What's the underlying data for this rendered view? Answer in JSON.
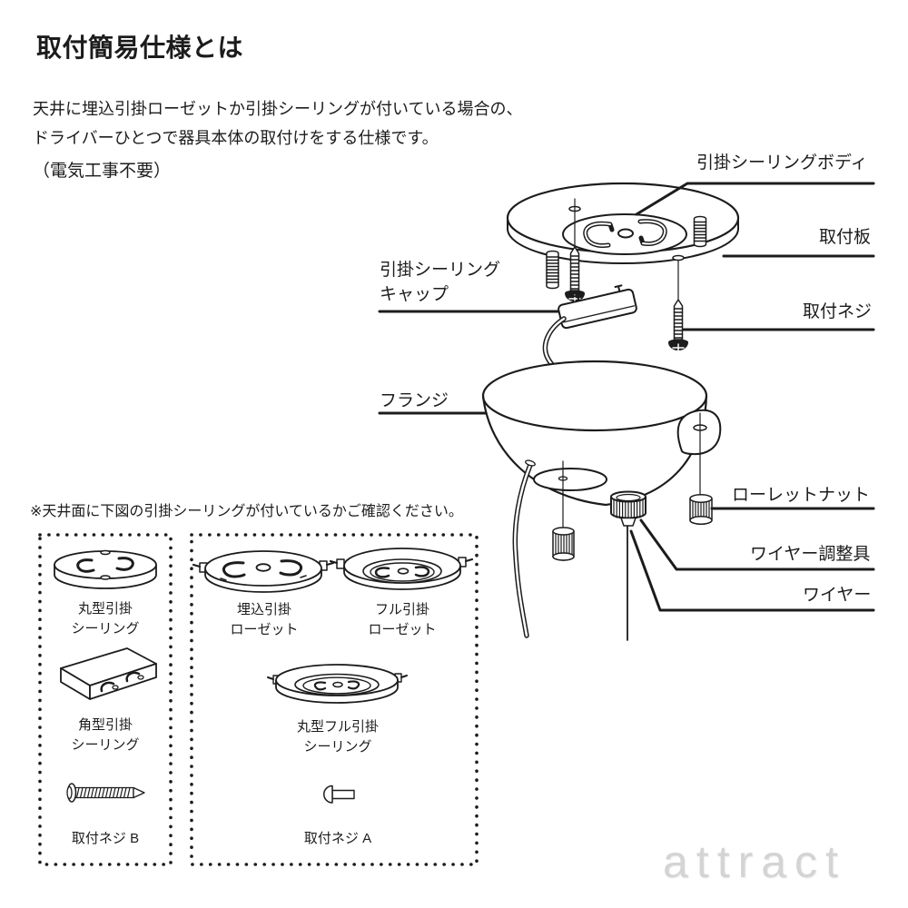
{
  "page": {
    "title": "取付簡易仕様とは",
    "description": "天井に埋込引掛ローゼットか引掛シーリングが付いている場合の、\nドライバーひとつで器具本体の取付けをする仕様です。",
    "note": "（電気工事不要）",
    "watermark": "attract"
  },
  "diagram": {
    "labels": {
      "body": "引掛シーリングボディ",
      "plate": "取付板",
      "screw": "取付ネジ",
      "cap": "引掛シーリング\nキャップ",
      "flange": "フランジ",
      "knurled_nut": "ローレットナット",
      "wire_adjuster": "ワイヤー調整具",
      "wire": "ワイヤー"
    }
  },
  "check_section": {
    "note": "※天井面に下図の引掛シーリングが付いているかご確認ください。",
    "box_left": {
      "items": [
        {
          "label": "丸型引掛\nシーリング"
        },
        {
          "label": "角型引掛\nシーリング"
        },
        {
          "label": "取付ネジ B"
        }
      ]
    },
    "box_right": {
      "items": [
        {
          "label": "埋込引掛\nローゼット"
        },
        {
          "label": "フル引掛\nローゼット"
        },
        {
          "label": "丸型フル引掛\nシーリング"
        },
        {
          "label": "取付ネジ A"
        }
      ]
    }
  },
  "colors": {
    "ink": "#1c1c1c",
    "watermark": "#d4d4d4",
    "background": "#ffffff"
  }
}
